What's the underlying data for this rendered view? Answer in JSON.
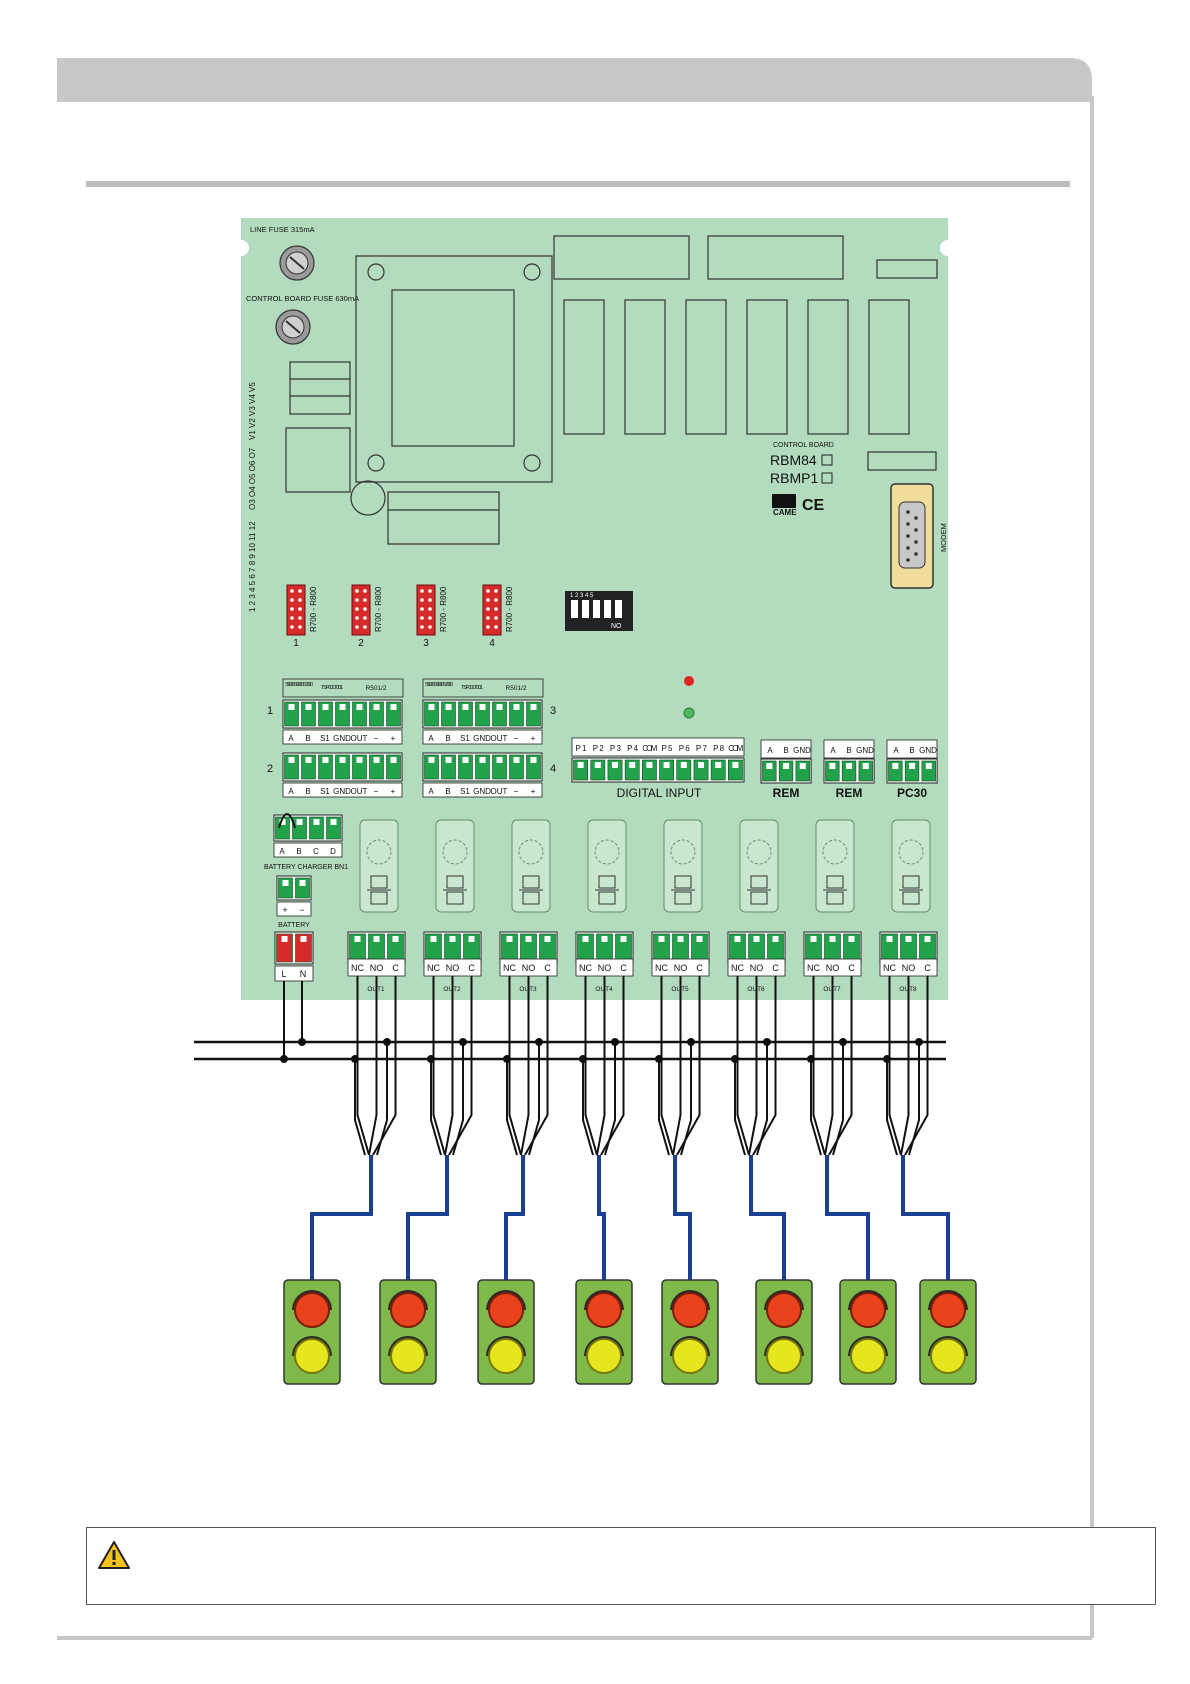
{
  "colors": {
    "header_bar": "#c8c8c8",
    "board": "#b3dcbe",
    "terminal_green": "#22a24a",
    "terminal_red": "#d62b2b",
    "cable_blue": "#1b3f95",
    "wire": "#111111",
    "lamp_red": "#e8431c",
    "lamp_yellow": "#e6e61e",
    "lamp_body": "#7fb94a"
  },
  "board": {
    "line_fuse_label": "LINE FUSE 315mA",
    "control_fuse_label": "CONTROL BOARD FUSE 630mA",
    "left_labels_1": "1 2 3 4 5 6 7 8 9 10 11 12",
    "left_labels_2": "O3 O4 O5 O6 O7",
    "left_labels_3": "V1 V2 V3 V4 V5",
    "control_board_label": "CONTROL BOARD",
    "rbm84": "RBM84",
    "rbmp1": "RBMP1",
    "came": "CAME",
    "ce": "CE",
    "modem": "MODEM",
    "dip_no": "NO",
    "dip_numbers": "1 2 3 4 5",
    "rf_label": "R700 - R800",
    "rf_numbers": [
      "1",
      "2",
      "3",
      "4"
    ],
    "reader_numbers": [
      "1",
      "2",
      "3",
      "4"
    ],
    "reader_top_s": "S5000 S6000 S7000",
    "reader_top_tsp": "TSP00 LT001",
    "reader_top_r": "R501/2",
    "reader_pins": [
      "A",
      "B",
      "S1",
      "GND",
      "OUT",
      "−",
      "+"
    ],
    "digital_pins": [
      "P1",
      "P2",
      "P3",
      "P4",
      "COM",
      "P5",
      "P6",
      "P7",
      "P8",
      "COM"
    ],
    "digital_input_label": "DIGITAL INPUT",
    "bus_pins": [
      "A",
      "B",
      "GND"
    ],
    "rem_label": "REM",
    "pc30_label": "PC30",
    "battery_charger_pins": [
      "A",
      "B",
      "C",
      "D"
    ],
    "battery_charger_label": "BATTERY CHARGER BN1",
    "battery_pins": [
      "+",
      "−"
    ],
    "battery_label": "BATTERY",
    "power_pins": [
      "L",
      "N"
    ],
    "out_pins": [
      "NC",
      "NO",
      "C"
    ],
    "out_labels": [
      "OUT1",
      "OUT2",
      "OUT3",
      "OUT4",
      "OUT5",
      "OUT6",
      "OUT7",
      "OUT8"
    ]
  }
}
